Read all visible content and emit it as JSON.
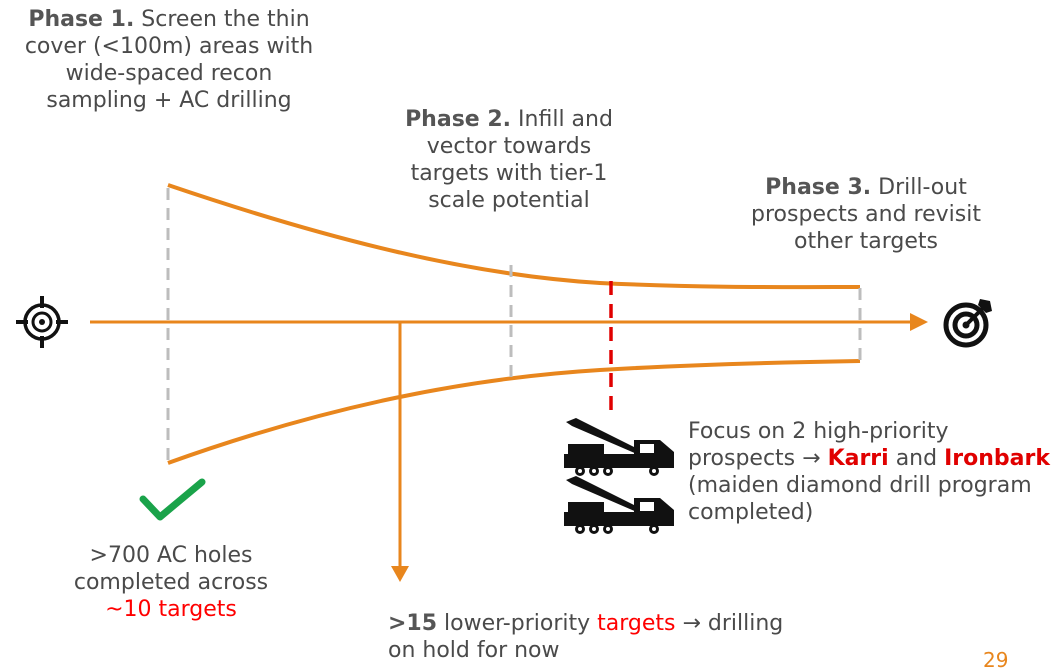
{
  "phase1": {
    "bold": "Phase 1.",
    "rest": " Screen the thin cover (<100m) areas with wide-spaced recon sampling + AC drilling"
  },
  "phase2": {
    "bold": "Phase 2.",
    "rest": " Infill and vector towards targets with tier-1 scale potential"
  },
  "phase3": {
    "bold": "Phase 3.",
    "rest": " Drill-out prospects and revisit other targets"
  },
  "holes": {
    "line1": ">700 AC holes",
    "line2": "completed across",
    "highlight": "~10 targets"
  },
  "lower_priority": {
    "bold": ">15",
    "text1": " lower-priority ",
    "highlight": "targets",
    "text2": " → drilling on hold for now"
  },
  "focus": {
    "text1": "Focus on 2 high-priority prospects → ",
    "karri": "Karri",
    "and": " and ",
    "ironbark": "Ironbark",
    "text2": " (maiden diamond drill program completed)"
  },
  "page_number": "29",
  "colors": {
    "orange": "#e8861d",
    "red": "#e00000",
    "green": "#1aa34a",
    "grey": "#bdbdbd"
  },
  "icons": {
    "start": "crosshair-icon",
    "end": "bullseye-target-icon",
    "check": "checkmark-icon",
    "rig": "drill-rig-truck-icon"
  }
}
